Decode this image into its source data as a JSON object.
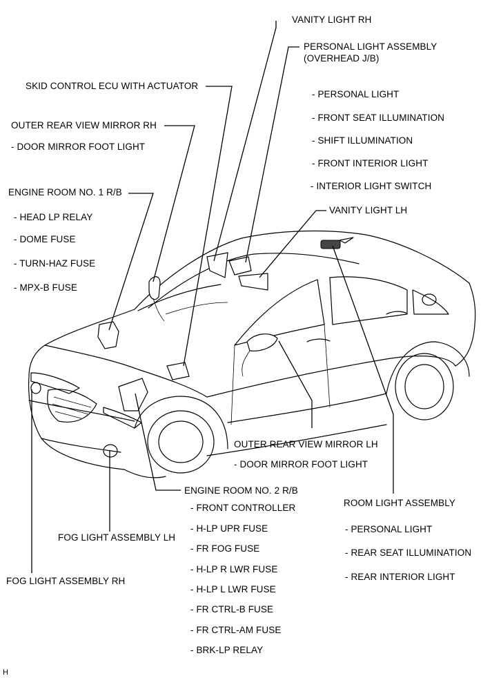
{
  "labels": {
    "vanity_rh": "VANITY LIGHT RH",
    "personal_assy_1": "PERSONAL LIGHT ASSEMBLY",
    "personal_assy_2": "(OVERHEAD J/B)",
    "personal_items": [
      "- PERSONAL LIGHT",
      "- FRONT SEAT ILLUMINATION",
      "- SHIFT ILLUMINATION",
      "- FRONT INTERIOR LIGHT",
      "- INTERIOR LIGHT SWITCH"
    ],
    "vanity_lh": "VANITY LIGHT LH",
    "skid": "SKID CONTROL ECU WITH ACTUATOR",
    "outer_rh": "OUTER REAR VIEW MIRROR RH",
    "outer_rh_items": [
      "- DOOR MIRROR FOOT LIGHT"
    ],
    "er1": "ENGINE ROOM NO. 1 R/B",
    "er1_items": [
      "- HEAD LP RELAY",
      "- DOME FUSE",
      "- TURN-HAZ FUSE",
      "- MPX-B FUSE"
    ],
    "outer_lh": "OUTER REAR VIEW MIRROR LH",
    "outer_lh_items": [
      "- DOOR MIRROR FOOT LIGHT"
    ],
    "room": "ROOM LIGHT ASSEMBLY",
    "room_items": [
      "- PERSONAL LIGHT",
      "- REAR SEAT ILLUMINATION",
      "- REAR INTERIOR LIGHT"
    ],
    "er2": "ENGINE ROOM NO. 2 R/B",
    "er2_items": [
      "- FRONT CONTROLLER",
      "- H-LP UPR FUSE",
      "- FR FOG FUSE",
      "- H-LP R LWR FUSE",
      "- H-LP L LWR FUSE",
      "- FR CTRL-B FUSE",
      "- FR CTRL-AM FUSE",
      "- BRK-LP RELAY"
    ],
    "fog_lh": "FOG LIGHT ASSEMBLY LH",
    "fog_rh": "FOG LIGHT ASSEMBLY RH",
    "corner_mark": "H"
  }
}
